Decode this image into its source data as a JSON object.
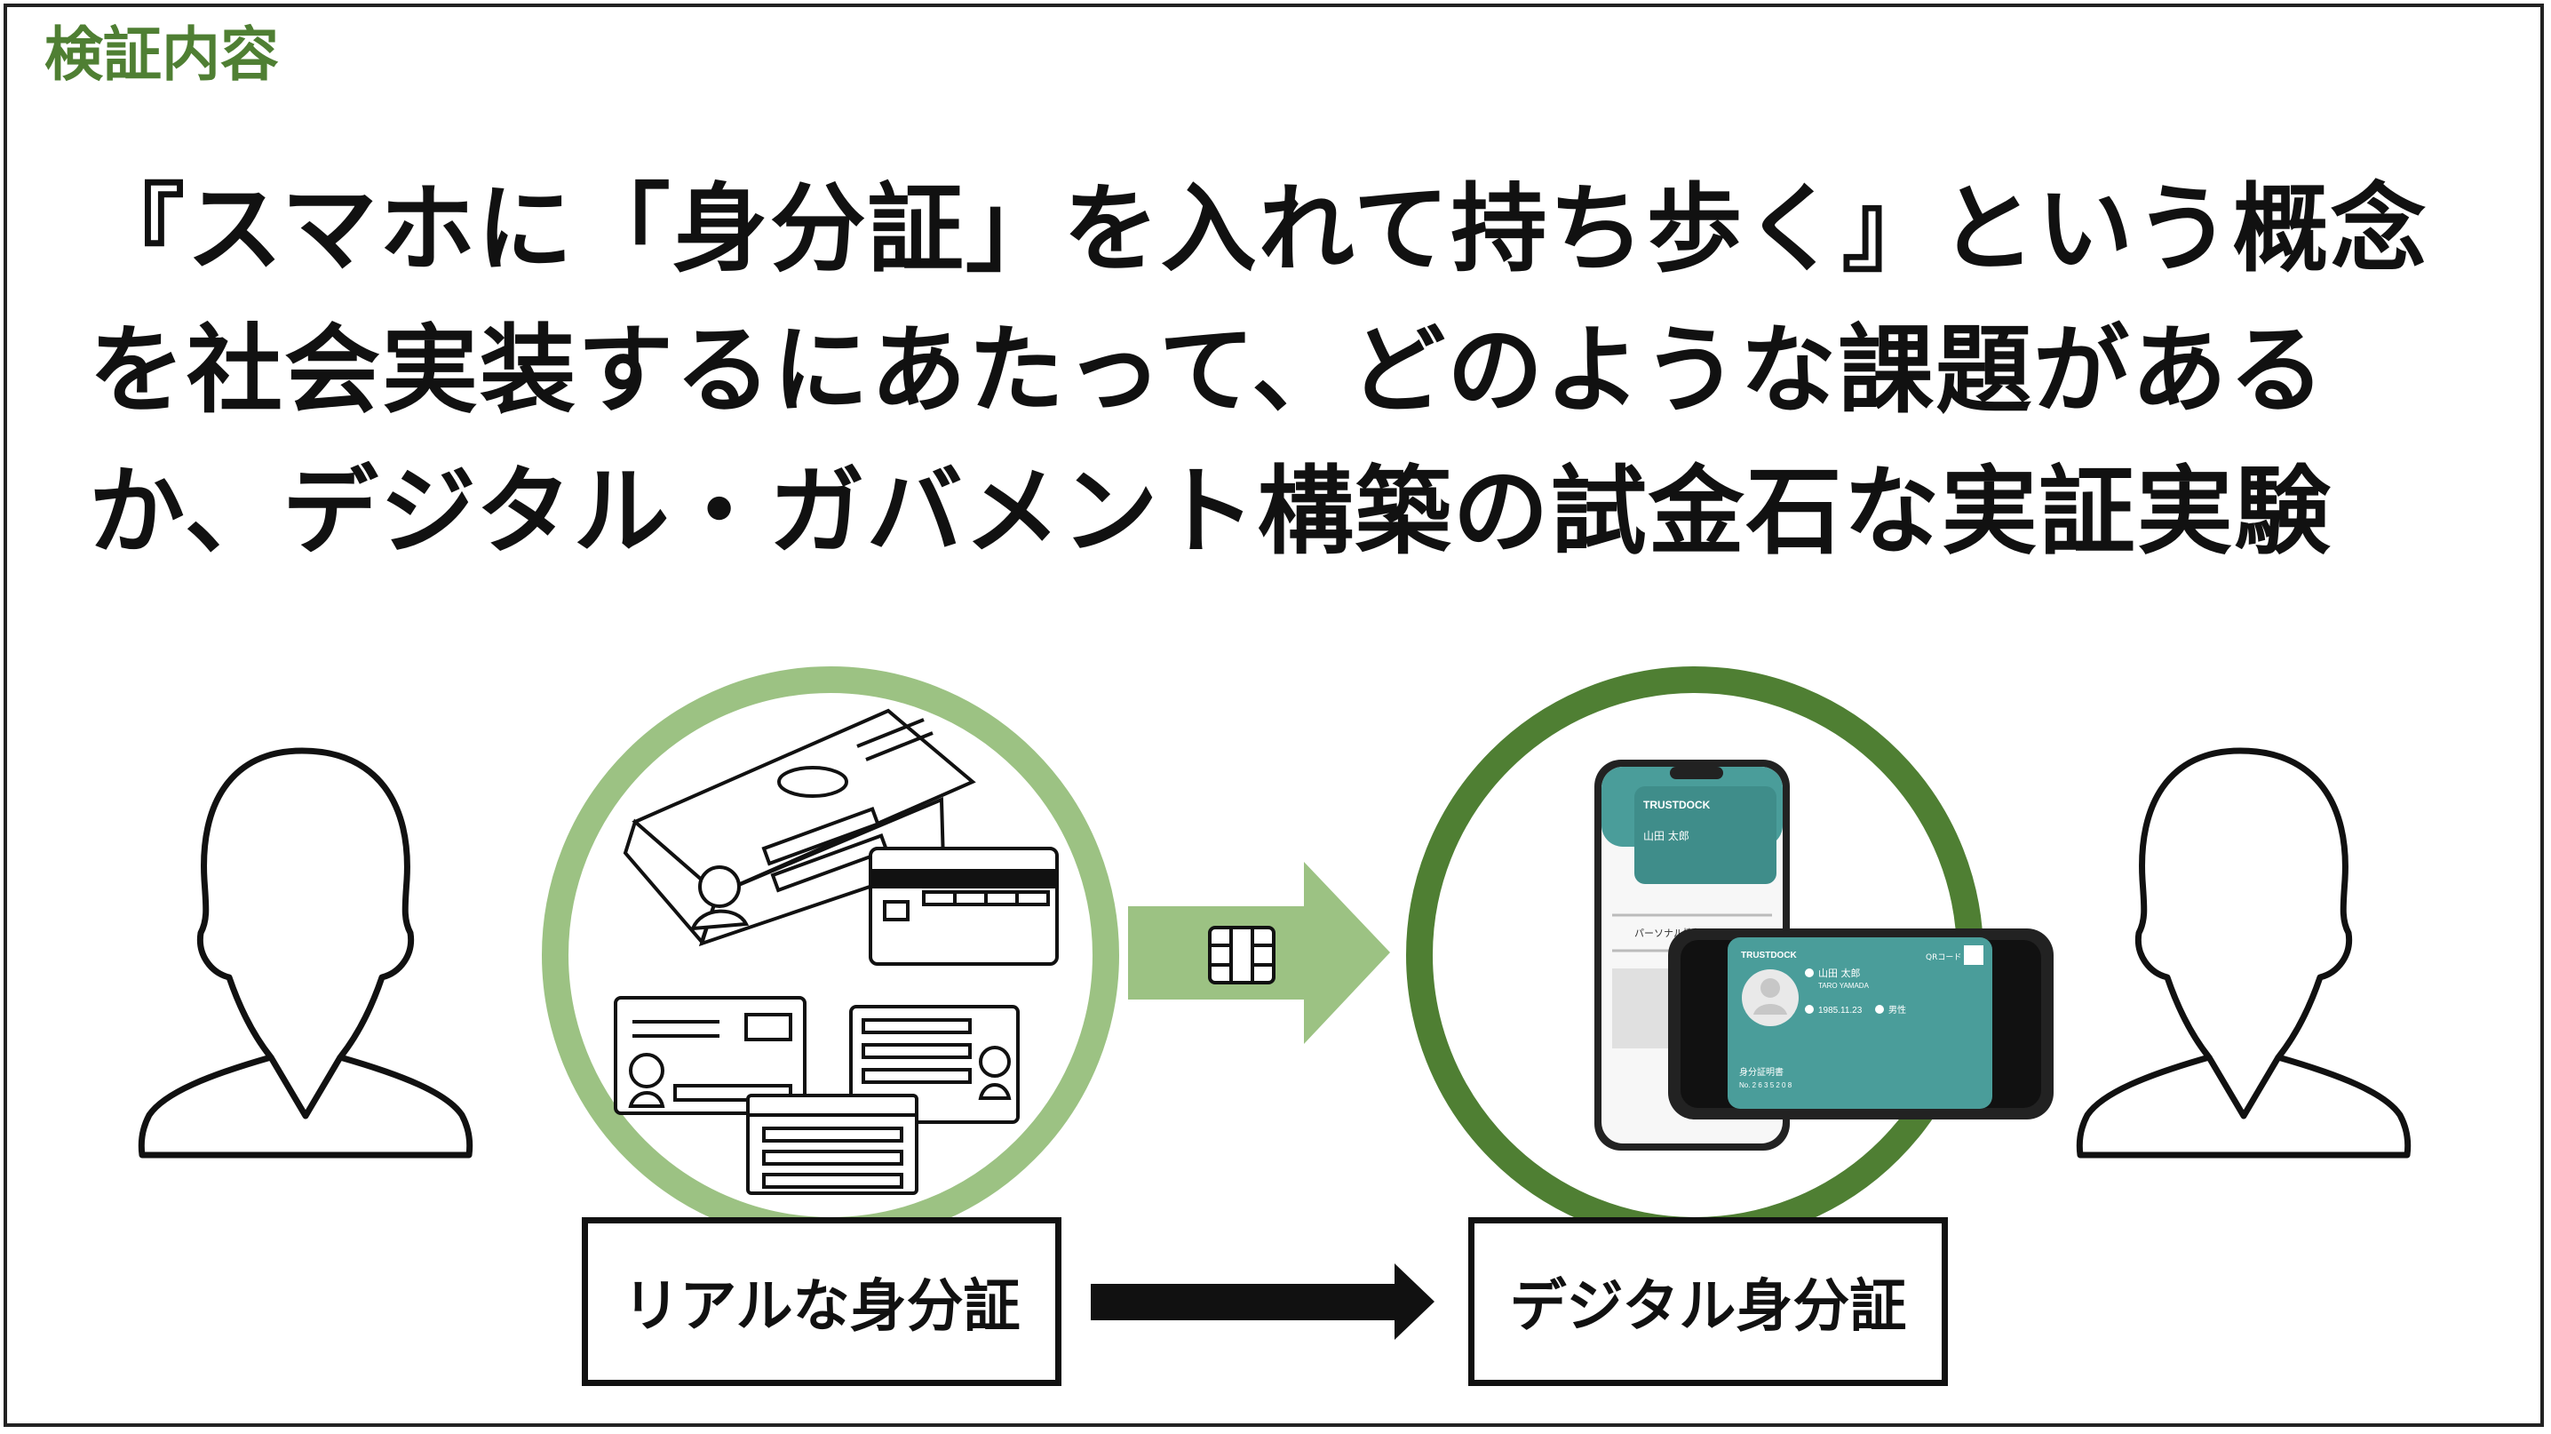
{
  "section_label": "検証内容",
  "headline": {
    "line1": "『スマホに「身分証」を入れて持ち歩く』という概念",
    "line2": "を社会実装するにあたって、どのような課題がある",
    "line3": "か、デジタル・ガバメント構築の試金石な実証実験"
  },
  "labels": {
    "physical_id": "リアルな身分証",
    "digital_id": "デジタル身分証"
  },
  "phone_screen": {
    "brand": "TRUSTDOCK",
    "name": "山田 太郎",
    "name_romaji": "TARO YAMADA",
    "birthdate": "1985.11.23",
    "gender": "男性",
    "qr_label": "QRコード",
    "id_label": "身分証明書",
    "id_number": "No. 2 6 3 5 2 0 8",
    "personal_info_label": "パーソナル情報"
  },
  "colors": {
    "accent_green": "#4f7f33",
    "light_green": "#9cc283",
    "dark_green": "#3f6b28",
    "card_teal": "#4a9d9a"
  }
}
